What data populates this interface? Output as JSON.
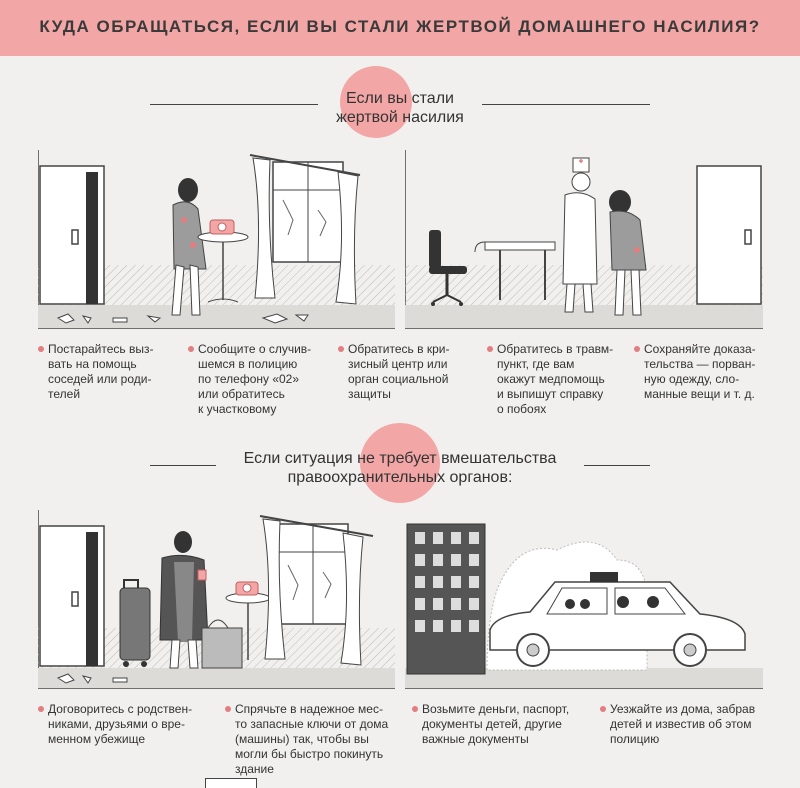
{
  "header": {
    "title": "КУДА ОБРАЩАТЬСЯ, ЕСЛИ ВЫ СТАЛИ ЖЕРТВОЙ ДОМАШНЕГО НАСИЛИЯ?"
  },
  "section1": {
    "title_line1": "Если вы стали",
    "title_line2": "жертвой насилия",
    "captions": [
      "Постарайтесь выз-\nвать на помощь\nсоседей или роди-\nтелей",
      "Сообщите о случив-\nшемся в полицию\nпо телефону «02»\nили обратитесь\nк участковому",
      "Обратитесь в кри-\nзисный центр или\nорган социальной\nзащиты",
      "Обратитесь в травм-\nпункт, где вам\nокажут медпомощь\nи выпишут справку\nо побоях",
      "Сохраняйте доказа-\nтельства — порван-\nную одежду, сло-\nманные вещи и т. д."
    ]
  },
  "section2": {
    "title_line1": "Если ситуация не требует вмешательства",
    "title_line2": "правоохранительных органов:",
    "captions": [
      "Договоритесь с родствен-\nниками, друзьями о вре-\nменном убежище",
      "Спрячьте в надежное мес-\nто запасные ключи от дома\n(машины) так, чтобы вы\nмогли бы быстро покинуть\nздание",
      "Возьмите деньги, паспорт,\nдокументы детей, другие\nважные документы",
      "Уезжайте из дома, забрав\nдетей и известив об этом\nполицию"
    ]
  },
  "colors": {
    "accent": "#f2a7a6",
    "dot": "#e27e80",
    "line": "#444444",
    "background": "#f1f0ee"
  },
  "icons": [
    "door-icon",
    "phone-icon",
    "window-icon",
    "chair-icon",
    "table-icon",
    "doctor-icon",
    "woman-icon",
    "suitcase-icon",
    "bag-icon",
    "building-icon",
    "taxi-car-icon"
  ]
}
